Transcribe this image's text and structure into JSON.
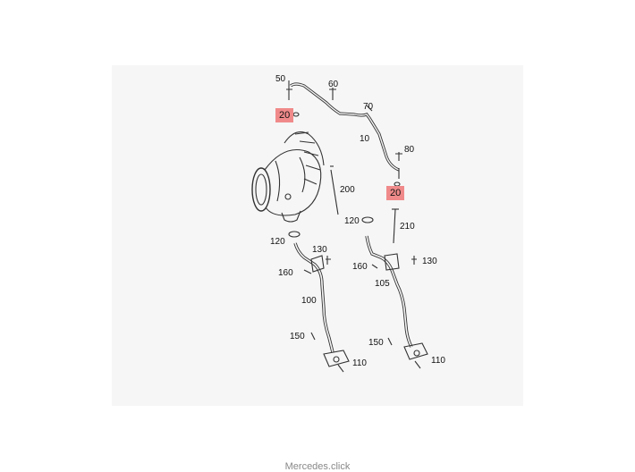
{
  "diagram": {
    "labels": {
      "p10": "10",
      "p20a": "20",
      "p20b": "20",
      "p50": "50",
      "p60": "60",
      "p70": "70",
      "p80": "80",
      "p100": "100",
      "p105": "105",
      "p110a": "110",
      "p110b": "110",
      "p120a": "120",
      "p120b": "120",
      "p130a": "130",
      "p130b": "130",
      "p150a": "150",
      "p150b": "150",
      "p160a": "160",
      "p160b": "160",
      "p200": "200",
      "p210": "210"
    },
    "highlight_color": "#f08a8a"
  },
  "footer": {
    "text": "Mercedes.click"
  }
}
